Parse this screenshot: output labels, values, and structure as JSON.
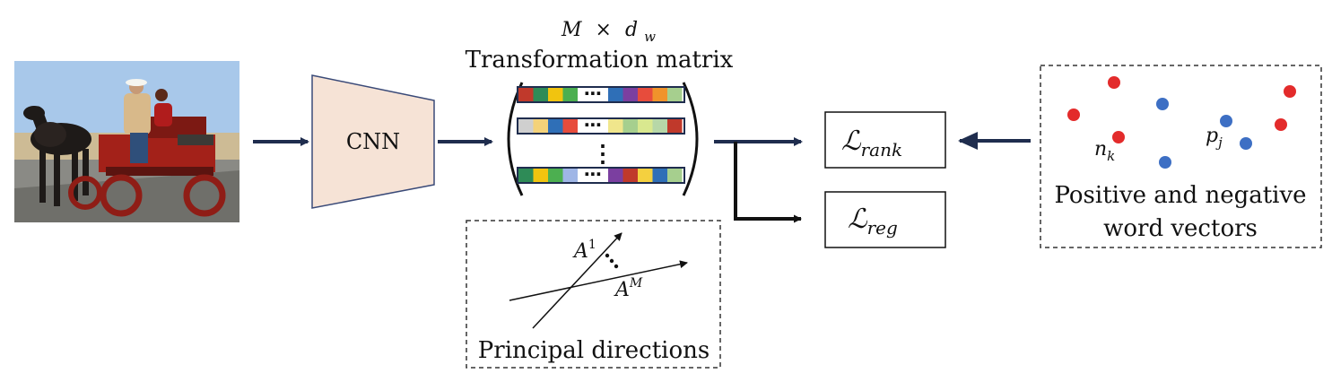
{
  "input_image": {
    "alt": "horse-drawn carriage photo"
  },
  "cnn": {
    "label": "CNN",
    "fill": "#f6e3d6",
    "stroke": "#3a4a78"
  },
  "transformation": {
    "dims": {
      "M": "M",
      "times": "×",
      "d": "d",
      "w_sub": "w"
    },
    "title": "Transformation matrix",
    "rows": [
      {
        "colors": [
          "#c0392b",
          "#2e8b57",
          "#f1c40f",
          "#4caf50"
        ],
        "colors_right": [
          "#2f6fb7",
          "#7b3fa0",
          "#e74c3c",
          "#f0932b",
          "#a6cf8e"
        ]
      },
      {
        "colors": [
          "#cfcfcf",
          "#f4d27a",
          "#2f6fb7",
          "#e74c3c"
        ],
        "colors_right": [
          "#f0e68c",
          "#a6cf8e",
          "#d9e88f",
          "#b7d7a8",
          "#c0392b"
        ]
      },
      {
        "colors": [
          "#2e8b57",
          "#f1c40f",
          "#4caf50",
          "#9fb6e6"
        ],
        "colors_right": [
          "#7b3fa0",
          "#c0392b",
          "#f4d03f",
          "#2f6fb7",
          "#a6cf8e"
        ]
      }
    ],
    "ellipsis": "⋯",
    "vdots": "⋮",
    "accent": "#1f2d4e"
  },
  "principal": {
    "label": "Principal directions",
    "a1": {
      "base": "A",
      "sup": "1"
    },
    "am": {
      "base": "A",
      "sup": "M"
    }
  },
  "losses": {
    "rank": {
      "script": "ℒ",
      "sub": "rank"
    },
    "reg": {
      "script": "ℒ",
      "sub": "reg"
    }
  },
  "word_vectors": {
    "label_line1": "Positive and negative",
    "label_line2": "word vectors",
    "nk": {
      "base": "n",
      "sub": "k"
    },
    "pj": {
      "base": "p",
      "sub": "j"
    },
    "red": "#e32b2b",
    "blue": "#3d6fc4"
  },
  "arrow_color": "#1f2d4e"
}
